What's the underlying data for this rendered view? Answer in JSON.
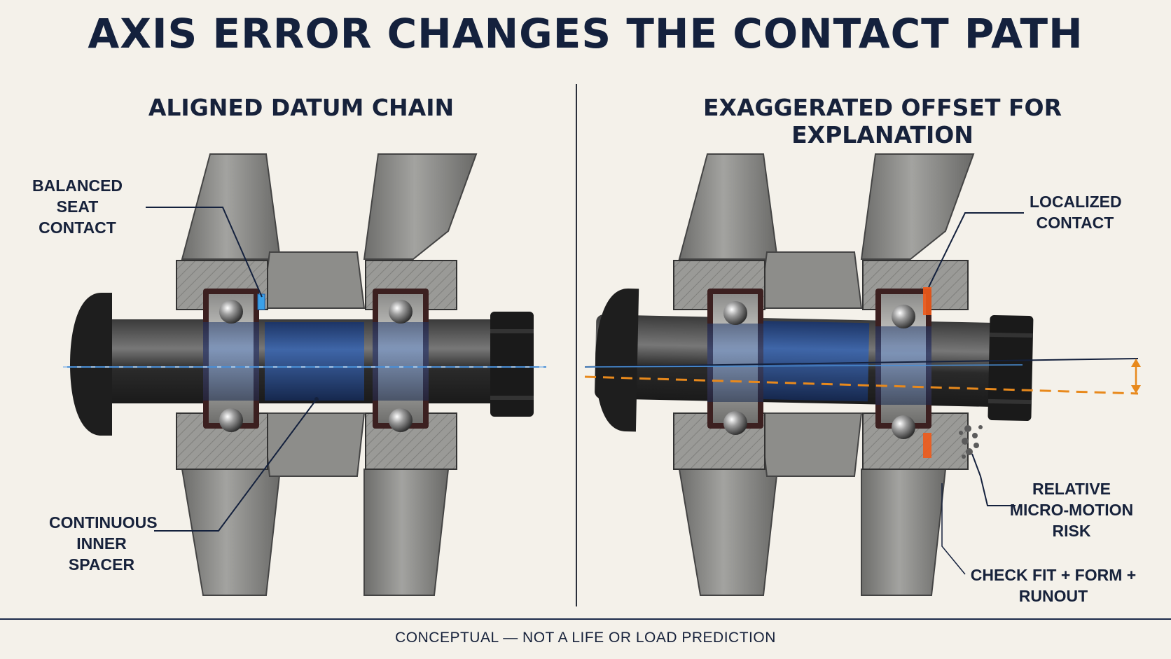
{
  "title": "AXIS ERROR CHANGES THE CONTACT PATH",
  "panels": {
    "left": {
      "heading": "ALIGNED DATUM CHAIN"
    },
    "right": {
      "heading": "EXAGGERATED OFFSET FOR EXPLANATION"
    }
  },
  "callouts": {
    "balanced": "BALANCED\nSEAT CONTACT",
    "spacer": "CONTINUOUS\nINNER SPACER",
    "localized": "LOCALIZED\nCONTACT",
    "micro": "RELATIVE\nMICRO-MOTION RISK",
    "check": "CHECK FIT + FORM + RUNOUT"
  },
  "footer": "CONCEPTUAL — NOT A LIFE OR LOAD PREDICTION",
  "colors": {
    "navy": "#14213d",
    "spacer_blue": "#2f4f86",
    "axis_blue": "#4a8fd6",
    "offset_orange": "#e8891c",
    "contact_orange": "#f05a1a",
    "metal": "#8a8a88"
  }
}
